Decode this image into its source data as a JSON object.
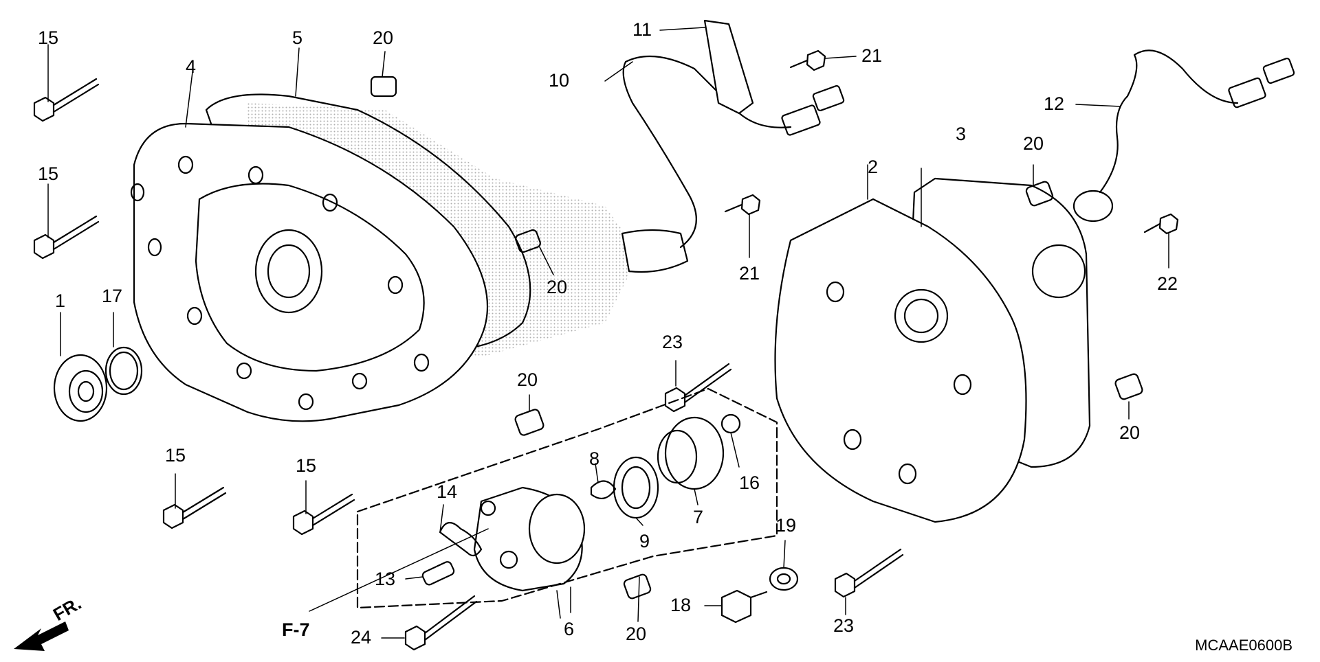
{
  "diagram": {
    "code": "MCAAE0600B",
    "reference": "F-7",
    "direction": "FR.",
    "part_labels": [
      "1",
      "2",
      "3",
      "4",
      "5",
      "6",
      "7",
      "8",
      "9",
      "10",
      "11",
      "12",
      "13",
      "14",
      "15",
      "15",
      "15",
      "15",
      "16",
      "17",
      "18",
      "19",
      "20",
      "20",
      "20",
      "20",
      "20",
      "20",
      "21",
      "21",
      "22",
      "23",
      "23",
      "24"
    ]
  }
}
